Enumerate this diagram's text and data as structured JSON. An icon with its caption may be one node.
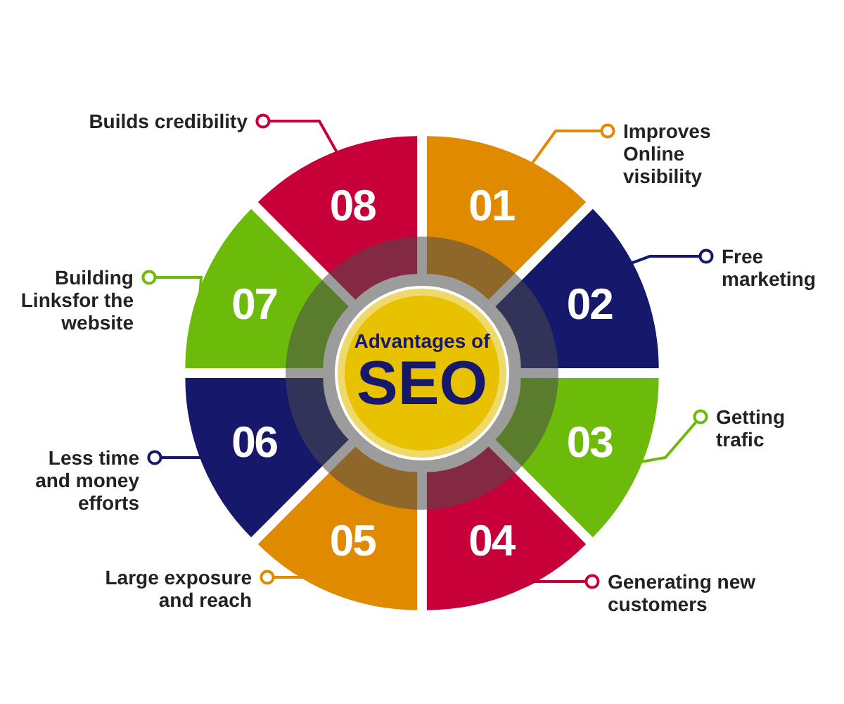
{
  "diagram": {
    "nodes": [
      {
        "text": [
          "Advantages of",
          "SEO"
        ]
      },
      {
        "text": [
          "01"
        ]
      },
      {
        "text": [
          "02"
        ]
      },
      {
        "text": [
          "03"
        ]
      },
      {
        "text": [
          "04"
        ]
      },
      {
        "text": [
          "05"
        ]
      },
      {
        "text": [
          "06"
        ]
      },
      {
        "text": [
          "07"
        ]
      },
      {
        "text": [
          "08"
        ]
      },
      {
        "text": [
          "Improves Online visibility"
        ]
      },
      {
        "text": [
          "Free marketing"
        ]
      },
      {
        "text": [
          "Getting trafic"
        ]
      },
      {
        "text": [
          "Generating new customers"
        ]
      },
      {
        "text": [
          "Large exposure and reach"
        ]
      },
      {
        "text": [
          "Less time and money efforts"
        ]
      },
      {
        "text": [
          "Building Linksfor the website"
        ]
      },
      {
        "text": [
          "Builds credibility"
        ]
      }
    ],
    "edges": [
      {
        "from": 9,
        "to": 1,
        "arrow": "other",
        "color": "#e08a00"
      },
      {
        "from": 10,
        "to": 2,
        "arrow": "other",
        "color": "#15186b"
      },
      {
        "from": 11,
        "to": 3,
        "arrow": "other",
        "color": "#6cbb0a"
      },
      {
        "from": 12,
        "to": 4,
        "arrow": "other",
        "color": "#c8003a"
      },
      {
        "from": 13,
        "to": 5,
        "arrow": "other",
        "color": "#e08a00"
      },
      {
        "from": 14,
        "to": 6,
        "arrow": "other",
        "color": "#15186b"
      },
      {
        "from": 15,
        "to": 7,
        "arrow": "other",
        "color": "#6cbb0a"
      },
      {
        "from": 16,
        "to": 8,
        "arrow": "other",
        "color": "#c8003a"
      }
    ]
  }
}
